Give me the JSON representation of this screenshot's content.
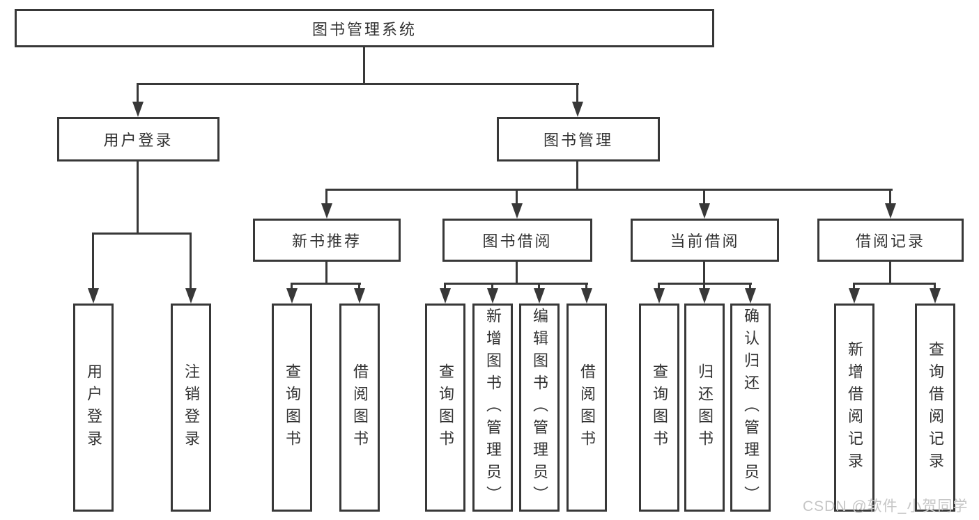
{
  "diagram": {
    "type": "hierarchy-tree",
    "colors": {
      "line": "#383838",
      "box_border": "#383838",
      "box_fill": "#ffffff",
      "text": "#333333",
      "watermark": "#c6c6c6"
    }
  },
  "watermark": {
    "text": "CSDN @软件_小贺同学"
  },
  "tree": {
    "root": {
      "label": "图书管理系统"
    },
    "level1": [
      {
        "label": "用户登录",
        "parent": "图书管理系统"
      },
      {
        "label": "图书管理",
        "parent": "图书管理系统"
      }
    ],
    "level2": [
      {
        "label": "新书推荐",
        "parent": "图书管理"
      },
      {
        "label": "图书借阅",
        "parent": "图书管理"
      },
      {
        "label": "当前借阅",
        "parent": "图书管理"
      },
      {
        "label": "借阅记录",
        "parent": "图书管理"
      }
    ],
    "leaves": [
      {
        "label": "用户登录",
        "parent": "用户登录"
      },
      {
        "label": "注销登录",
        "parent": "用户登录"
      },
      {
        "label": "查询图书",
        "parent": "新书推荐"
      },
      {
        "label": "借阅图书",
        "parent": "新书推荐"
      },
      {
        "label": "查询图书",
        "parent": "图书借阅"
      },
      {
        "label": "新增图书（管理员）",
        "parent": "图书借阅"
      },
      {
        "label": "编辑图书（管理员）",
        "parent": "图书借阅"
      },
      {
        "label": "借阅图书",
        "parent": "图书借阅"
      },
      {
        "label": "查询图书",
        "parent": "当前借阅"
      },
      {
        "label": "归还图书",
        "parent": "当前借阅"
      },
      {
        "label": "确认归还（管理员）",
        "parent": "当前借阅"
      },
      {
        "label": "新增借阅记录",
        "parent": "借阅记录"
      },
      {
        "label": "查询借阅记录",
        "parent": "借阅记录"
      }
    ]
  }
}
